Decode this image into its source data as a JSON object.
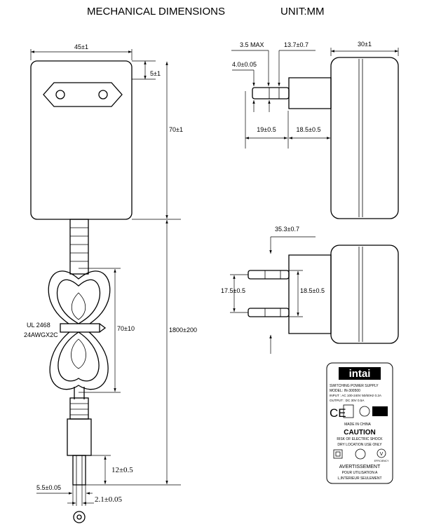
{
  "header": {
    "title": "MECHANICAL DIMENSIONS",
    "unit": "UNIT:MM"
  },
  "front_view": {
    "width": "45±1",
    "top_gap": "5±1",
    "height": "70±1",
    "cable_length": "1800±200",
    "coil_length": "70±10",
    "cable_spec_line1": "UL 2468",
    "cable_spec_line2": "24AWGX2C",
    "plug_length": "12±0.5",
    "plug_outer_dia": "5.5±0.05",
    "plug_inner_dia": "2.1±0.05"
  },
  "side_view": {
    "pin_tip": "3.5 MAX",
    "pin_dia": "4.0±0.05",
    "pin_insulation": "13.7±0.7",
    "depth": "30±1",
    "pin_length": "19±0.5",
    "body_to_pin": "18.5±0.5"
  },
  "top_view": {
    "offset": "35.3±0.7",
    "pin_spacing_left": "17.5±0.5",
    "pin_spacing_right": "18.5±0.5"
  },
  "label": {
    "brand": "intai",
    "product": "SWITCHING POWER SUPPLY",
    "model": "MODEL: IN-300500",
    "input": "INPUT : AC 100-240V 50/60Hz 0.2A",
    "output": "OUTPUT : DC 30V 0.5A",
    "made_in": "MADE IN CHINA",
    "caution": "CAUTION",
    "risk": "RISK OF ELECTRIC SHOCK",
    "dry": "DRY LOCATION USE ONLY",
    "avertissement": "AVERTISSEMENT",
    "pour": "POUR UTILISATION A",
    "interieur": "L,INTERIEUR SEULEMENT",
    "efficiency": "EFFICIENCY",
    "efficiency_mark": "V",
    "ce_mark": "CE"
  }
}
